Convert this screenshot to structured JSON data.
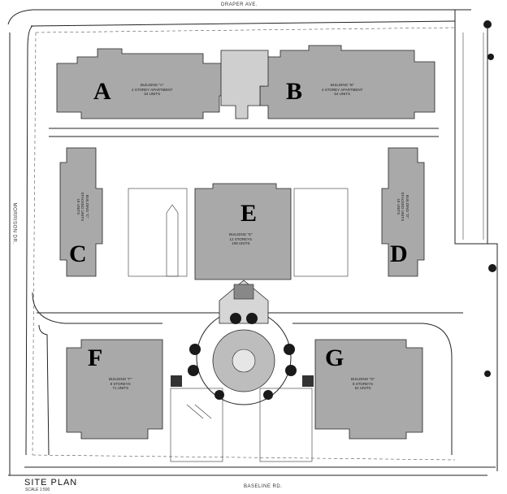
{
  "roads": {
    "north": "DRAPER AVE.",
    "west": "MORRISON DR.",
    "south": "BASELINE RD."
  },
  "plan": {
    "title": "SITE PLAN",
    "scale": "SCALE 1:500"
  },
  "buildings": [
    {
      "letter": "A",
      "name": "BUILDING \"A\"",
      "storeys": "4 STOREY APARTMENT",
      "units": "54 UNITS"
    },
    {
      "letter": "B",
      "name": "BUILDING \"B\"",
      "storeys": "4 STOREY APARTMENT",
      "units": "54 UNITS"
    },
    {
      "letter": "C",
      "name": "BUILDING \"C\"",
      "storeys": "STACKED UNITS",
      "units": "18 UNITS"
    },
    {
      "letter": "D",
      "name": "BUILDING \"D\"",
      "storeys": "STACKED UNITS",
      "units": "18 UNITS"
    },
    {
      "letter": "E",
      "name": "BUILDING \"E\"",
      "storeys": "12 STOREYS",
      "units": "108 UNITS"
    },
    {
      "letter": "F",
      "name": "BUILDING \"F\"",
      "storeys": "8 STOREYS",
      "units": "71 UNITS"
    },
    {
      "letter": "G",
      "name": "BUILDING \"G\"",
      "storeys": "8 STOREYS",
      "units": "61 UNITS"
    }
  ],
  "colors": {
    "building_fill": "#a9a9a9",
    "line": "#222222",
    "circle_fill": "#bdbdbd",
    "tree": "#1a1a1a"
  }
}
